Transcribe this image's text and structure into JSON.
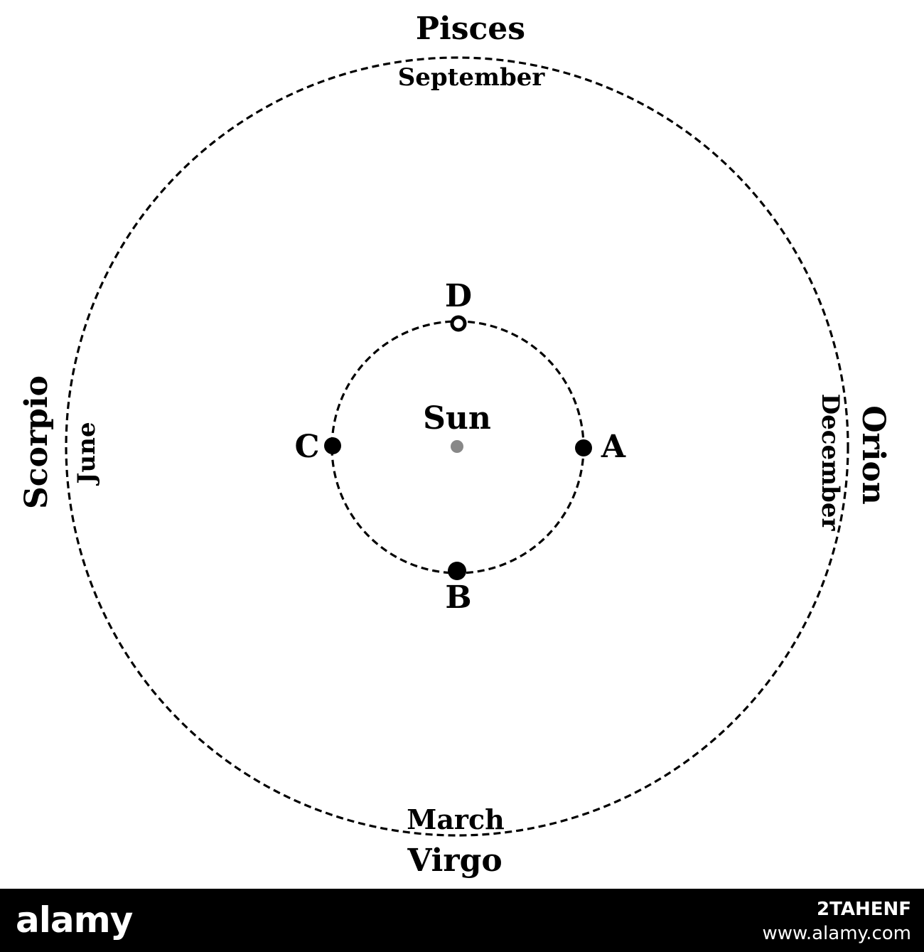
{
  "diagram": {
    "outer_labels": {
      "top_constellation": "Pisces",
      "top_month": "September",
      "bottom_month": "March",
      "bottom_constellation": "Virgo",
      "left_constellation": "Scorpio",
      "left_month": "June",
      "right_constellation": "Orion",
      "right_month": "December"
    },
    "center_label": "Sun",
    "points": {
      "a": "A",
      "b": "B",
      "c": "C",
      "d": "D"
    }
  },
  "watermark": {
    "brand": "alamy",
    "image_id": "2TAHENF",
    "site": "www.alamy.com"
  }
}
